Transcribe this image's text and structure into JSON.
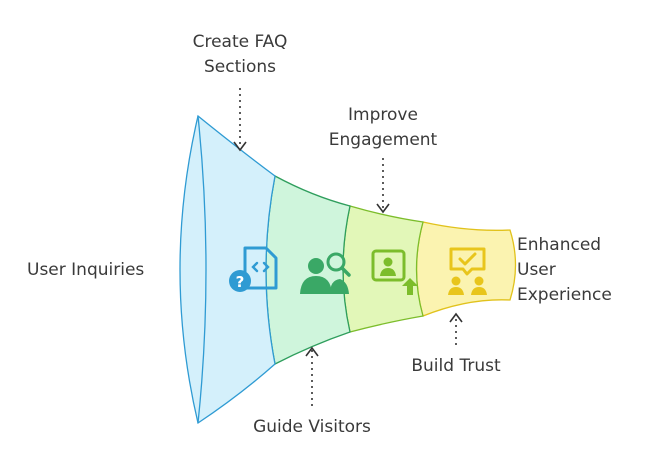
{
  "diagram": {
    "input_label": "User Inquiries",
    "output_label": [
      "Enhanced",
      "User",
      "Experience"
    ],
    "top_labels": [
      [
        "Create FAQ",
        "Sections"
      ],
      [
        "Improve",
        "Engagement"
      ]
    ],
    "bottom_labels": [
      "Guide Visitors",
      "Build Trust"
    ]
  },
  "stages": [
    {
      "icon": "faq-document-icon",
      "fill": "#d4f0fb",
      "stroke": "#2f9bd3",
      "icon_color": "#2f9bd3"
    },
    {
      "icon": "search-people-icon",
      "fill": "#cff5dc",
      "stroke": "#2f9e5d",
      "icon_color": "#3aa866"
    },
    {
      "icon": "engagement-profile-icon",
      "fill": "#e2f7b8",
      "stroke": "#7cbd2b",
      "icon_color": "#7cbd2b"
    },
    {
      "icon": "trust-check-icon",
      "fill": "#fbf3b0",
      "stroke": "#e1c21c",
      "icon_color": "#e8c51c"
    }
  ]
}
